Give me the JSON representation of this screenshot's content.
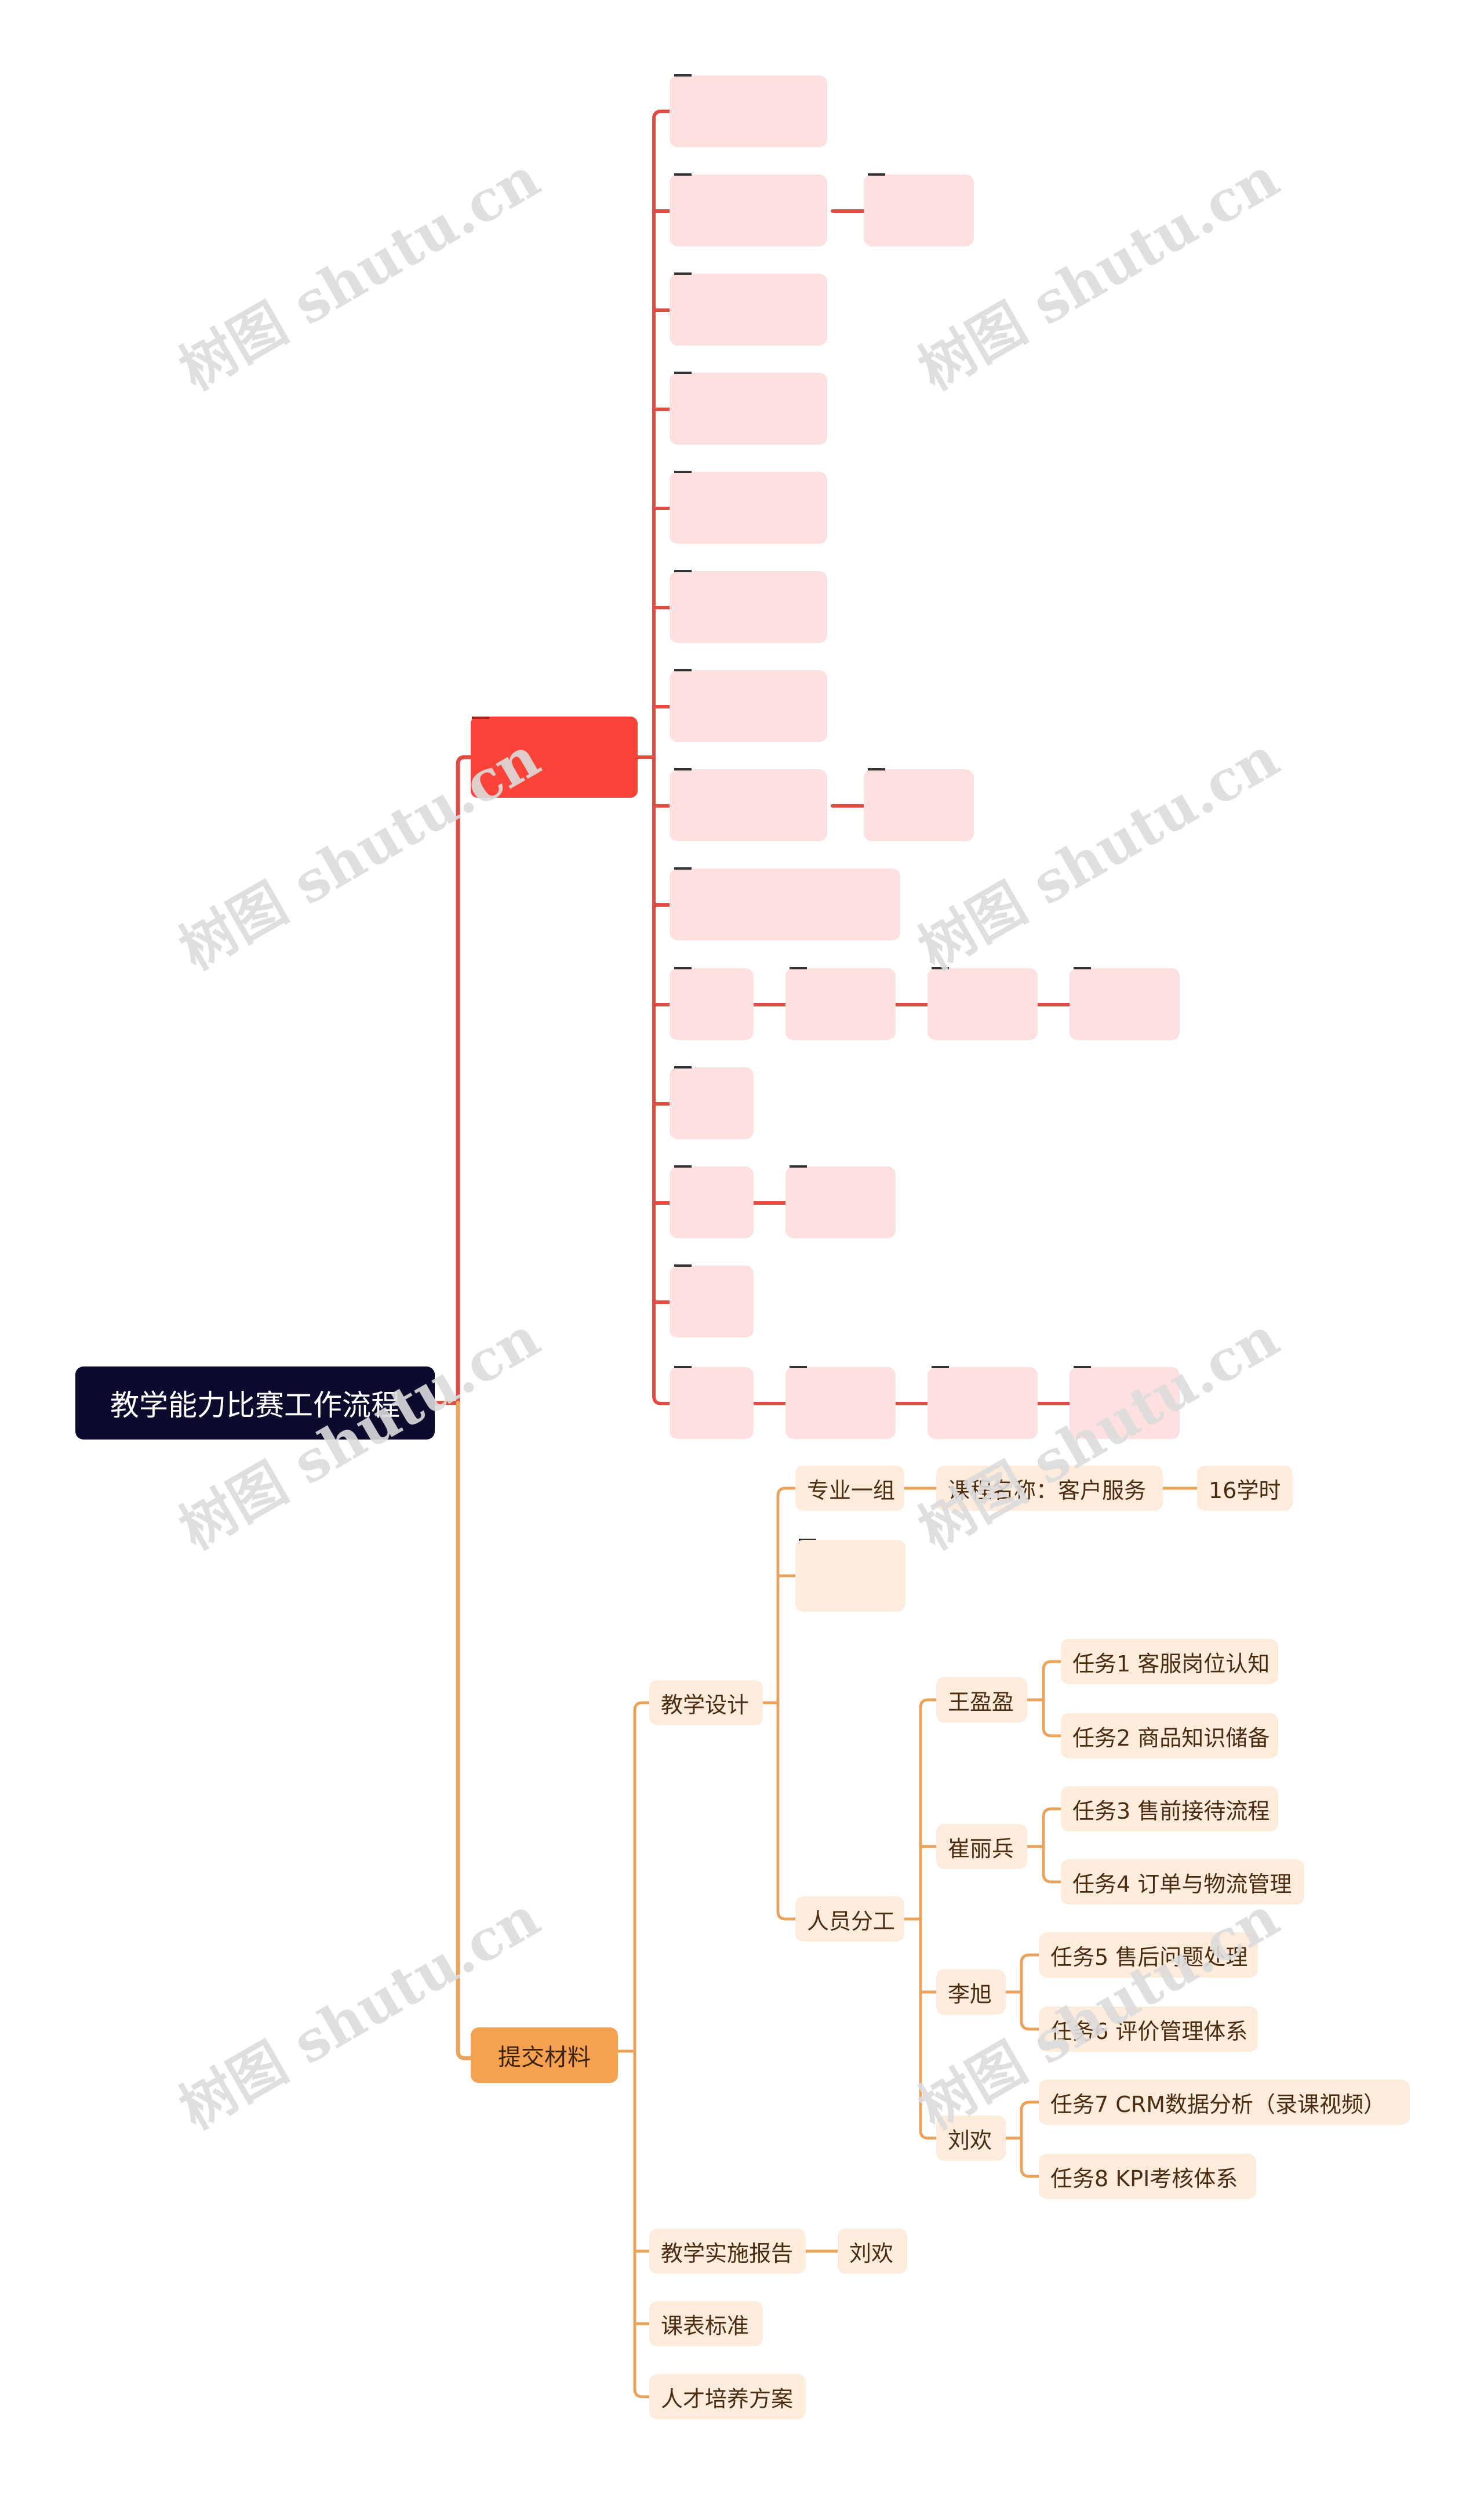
{
  "title": "教学能力比赛工作流程",
  "colors": {
    "root": "#0c0b2e",
    "red_branch": "#e04b42",
    "orange_branch": "#eaa35b"
  },
  "branch_submit": {
    "label": "提交材料",
    "teaching_design": {
      "label": "教学设计",
      "group": {
        "label": "专业一组",
        "course": "课程名称：客户服务",
        "hours": "16学时"
      },
      "staffing": {
        "label": "人员分工",
        "people": [
          {
            "name": "王盈盈",
            "tasks": [
              "任务1 客服岗位认知",
              "任务2 商品知识储备"
            ]
          },
          {
            "name": "崔丽兵",
            "tasks": [
              "任务3 售前接待流程",
              "任务4 订单与物流管理"
            ]
          },
          {
            "name": "李旭",
            "tasks": [
              "任务5 售后问题处理",
              "任务6 评价管理体系"
            ]
          },
          {
            "name": "刘欢",
            "tasks": [
              "任务7 CRM数据分析（录课视频）",
              "任务8 KPI考核体系"
            ]
          }
        ]
      }
    },
    "report": {
      "label": "教学实施报告",
      "owner": "刘欢"
    },
    "schedule": {
      "label": "课表标准"
    },
    "talent_plan": {
      "label": "人才培养方案"
    }
  },
  "watermark": "树图 shutu.cn"
}
